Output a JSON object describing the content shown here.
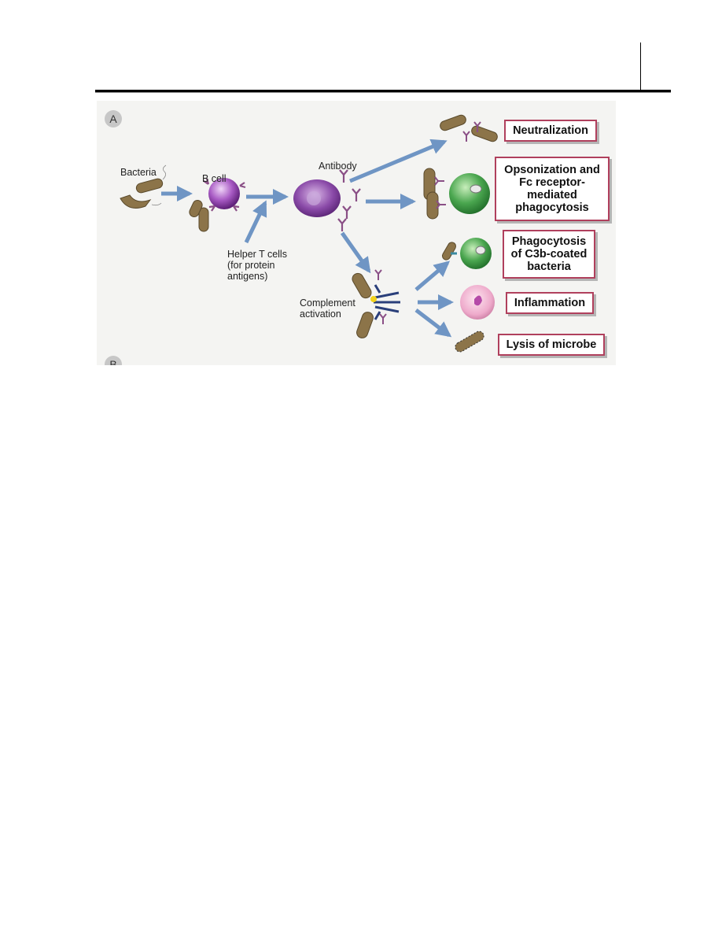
{
  "figure": {
    "panel_a": "A",
    "panel_b": "B",
    "labels": {
      "bacteria": "Bacteria",
      "b_cell": "B cell",
      "antibody": "Antibody",
      "helper_t_line1": "Helper T cells",
      "helper_t_line2": "(for protein",
      "helper_t_line3": "antigens)",
      "complement_line1": "Complement",
      "complement_line2": "activation"
    },
    "outcomes": {
      "neutralization": "Neutralization",
      "opsonization_line1": "Opsonization and",
      "opsonization_line2": "Fc receptor-",
      "opsonization_line3": "mediated",
      "opsonization_line4": "phagocytosis",
      "phagocytosis_line1": "Phagocytosis",
      "phagocytosis_line2": "of C3b-coated",
      "phagocytosis_line3": "bacteria",
      "inflammation": "Inflammation",
      "lysis": "Lysis of microbe"
    },
    "colors": {
      "arrow": "#6f95c4",
      "bacterium": "#8c7449",
      "antibody": "#8a4f86",
      "b_cell": "#8b3fa3",
      "plasma_cell": "#7a3a98",
      "phagocyte": "#3f9a45",
      "mast_cell": "#d98fb2",
      "box_border": "#b0405d"
    }
  }
}
